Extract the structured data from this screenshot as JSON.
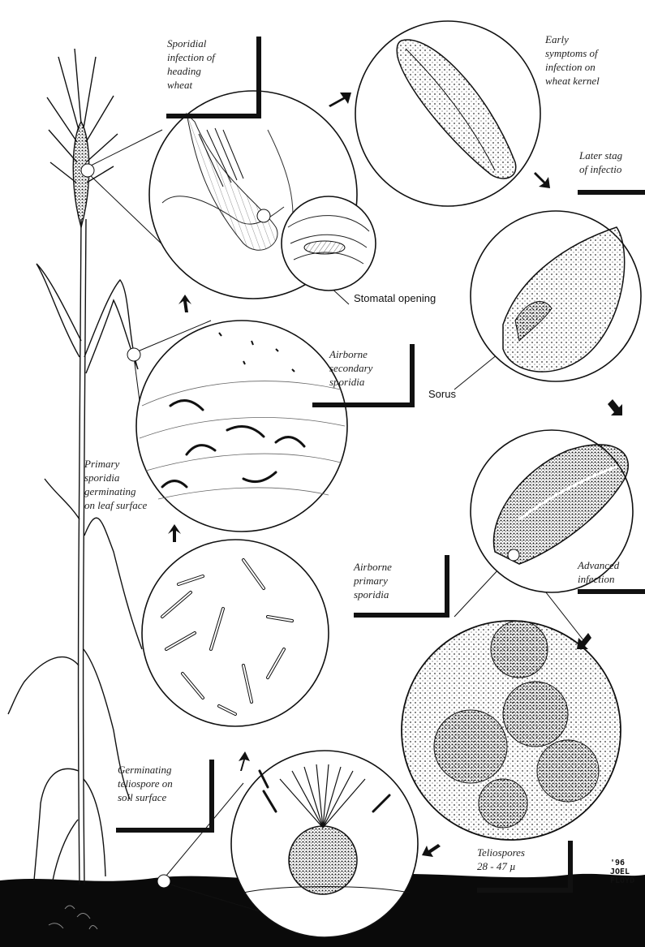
{
  "labels": {
    "sporidial": [
      "Sporidial",
      "infection of",
      "heading",
      "wheat"
    ],
    "early": [
      "Early",
      "symptoms of",
      "infection on",
      "wheat kernel"
    ],
    "later": [
      "Later stag",
      "of infectio"
    ],
    "stomatal": "Stomatal opening",
    "secondary": [
      "Airborne",
      "secondary",
      "sporidia"
    ],
    "sorus": "Sorus",
    "primary_germ": [
      "Primary",
      "sporidia",
      "germinating",
      "on leaf surface"
    ],
    "primary_air": [
      "Airborne",
      "primary",
      "sporidia"
    ],
    "advanced": [
      "Advanced",
      "infection"
    ],
    "germinating": [
      "Germinating",
      "teliospore on",
      "soil surface"
    ],
    "teliospores": [
      "Teliospores",
      "28 - 47 µ"
    ],
    "signature": [
      "'96",
      "JOEL",
      "FLOYD"
    ]
  },
  "icons": [
    "wheat-plant-illustration",
    "spore-circle-icon",
    "arrow-icon"
  ]
}
